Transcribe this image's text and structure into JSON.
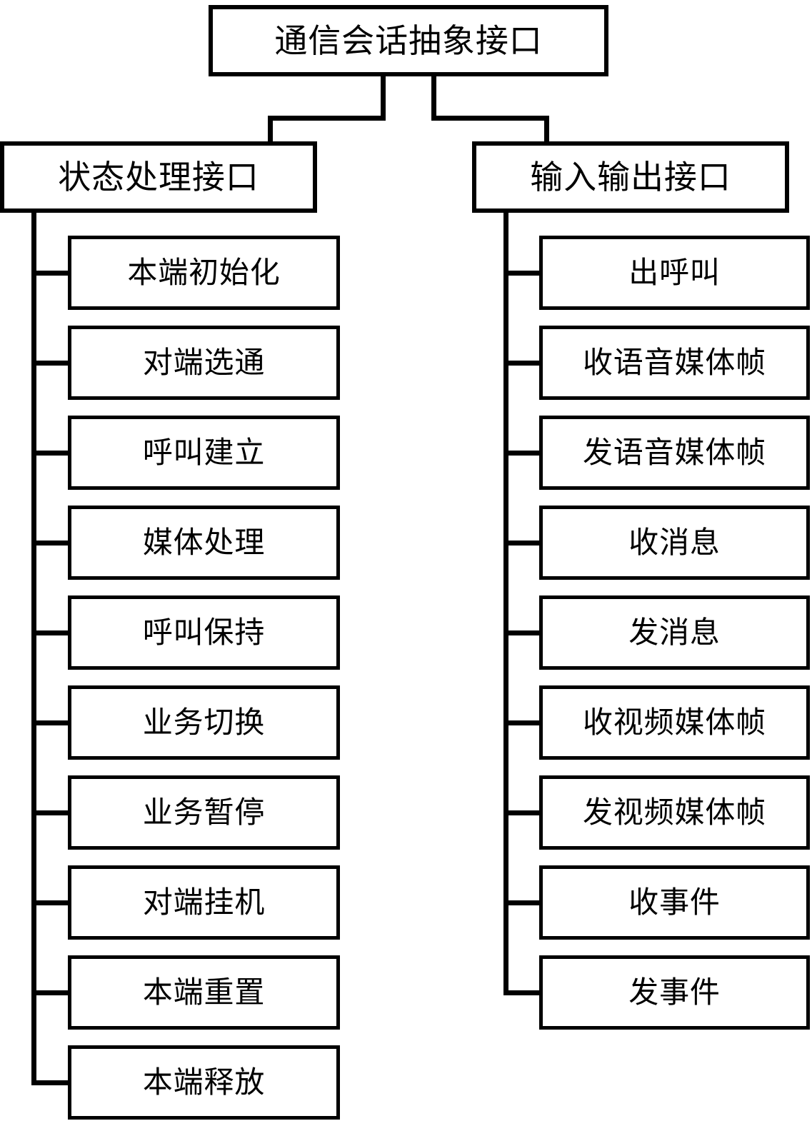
{
  "diagram": {
    "type": "tree",
    "title": "通信会话抽象接口",
    "orientation": "top-down",
    "style": {
      "background": "#ffffff",
      "line_color": "#000000",
      "box_fill": "#ffffff",
      "text_color": "#000000"
    },
    "root": {
      "label": "通信会话抽象接口"
    },
    "branches": [
      {
        "id": "state-handling",
        "label": "状态处理接口",
        "side": "left",
        "children": [
          {
            "label": "本端初始化"
          },
          {
            "label": "对端选通"
          },
          {
            "label": "呼叫建立"
          },
          {
            "label": "媒体处理"
          },
          {
            "label": "呼叫保持"
          },
          {
            "label": "业务切换"
          },
          {
            "label": "业务暂停"
          },
          {
            "label": "对端挂机"
          },
          {
            "label": "本端重置"
          },
          {
            "label": "本端释放"
          }
        ]
      },
      {
        "id": "input-output",
        "label": "输入输出接口",
        "side": "right",
        "children": [
          {
            "label": "出呼叫"
          },
          {
            "label": "收语音媒体帧"
          },
          {
            "label": "发语音媒体帧"
          },
          {
            "label": "收消息"
          },
          {
            "label": "发消息"
          },
          {
            "label": "收视频媒体帧"
          },
          {
            "label": "发视频媒体帧"
          },
          {
            "label": "收事件"
          },
          {
            "label": "发事件"
          }
        ]
      }
    ]
  }
}
